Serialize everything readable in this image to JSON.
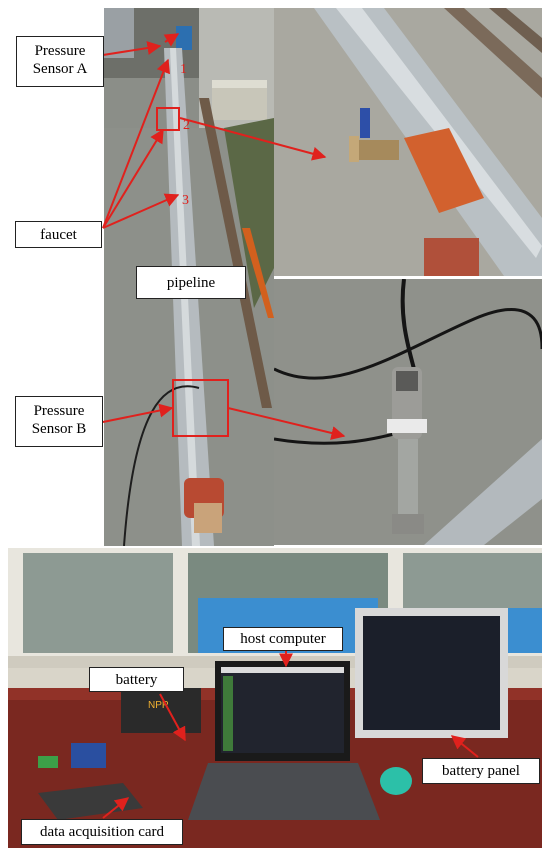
{
  "labels": {
    "pressure_sensor_a": "Pressure\nSensor A",
    "faucet": "faucet",
    "pipeline": "pipeline",
    "pressure_sensor_b": "Pressure\nSensor B",
    "host_computer": "host computer",
    "battery": "battery",
    "battery_panel": "battery panel",
    "data_acquisition_card": "data acquisition card"
  },
  "markers": [
    "1",
    "2",
    "3"
  ],
  "device_text": {
    "battery_brand": "NPP"
  },
  "colors": {
    "annotation": "#e0211d",
    "label_border": "#222222"
  }
}
